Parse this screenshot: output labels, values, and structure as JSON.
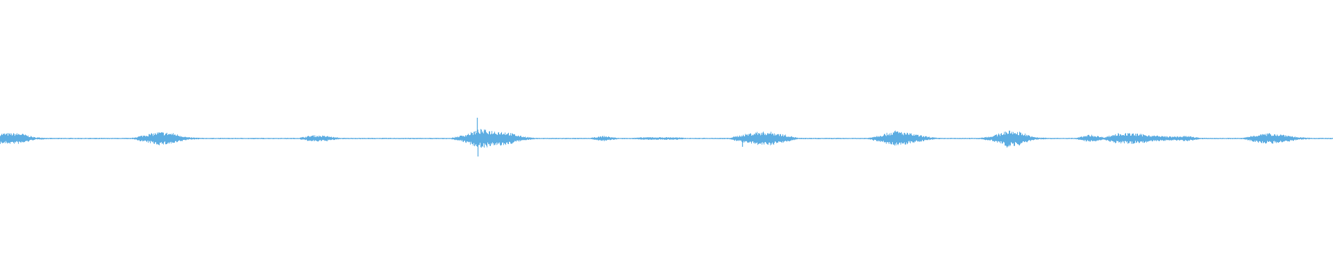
{
  "chart_data": {
    "type": "waveform",
    "title": "",
    "color": "#5DADE2",
    "background": "#ffffff",
    "amplitude_range": [
      -1,
      1
    ],
    "grid": false,
    "envelope": [
      0.04,
      0.04,
      0.01,
      0.005,
      0.005,
      0.005,
      0.005,
      0.005,
      0.005,
      0.005,
      0.03,
      0.05,
      0.04,
      0.01,
      0.005,
      0.005,
      0.005,
      0.005,
      0.005,
      0.005,
      0.005,
      0.005,
      0.025,
      0.02,
      0.005,
      0.005,
      0.005,
      0.005,
      0.005,
      0.005,
      0.005,
      0.005,
      0.005,
      0.03,
      0.07,
      0.06,
      0.05,
      0.02,
      0.005,
      0.005,
      0.005,
      0.005,
      0.005,
      0.02,
      0.005,
      0.005,
      0.01,
      0.01,
      0.01,
      0.005,
      0.005,
      0.005,
      0.005,
      0.03,
      0.05,
      0.05,
      0.03,
      0.005,
      0.005,
      0.005,
      0.005,
      0.005,
      0.005,
      0.03,
      0.06,
      0.04,
      0.02,
      0.005,
      0.005,
      0.005,
      0.005,
      0.02,
      0.06,
      0.05,
      0.01,
      0.005,
      0.005,
      0.005,
      0.03,
      0.01,
      0.04,
      0.04,
      0.03,
      0.02,
      0.015,
      0.02,
      0.005,
      0.005,
      0.005,
      0.005,
      0.03,
      0.04,
      0.03,
      0.01,
      0.005,
      0.005
    ],
    "spikes": [
      {
        "bin": 34,
        "amplitude": 0.15
      },
      {
        "bin": 34,
        "amplitude": -0.13
      },
      {
        "bin": 53,
        "amplitude": -0.06
      },
      {
        "bin": 72,
        "amplitude": -0.065
      }
    ]
  }
}
